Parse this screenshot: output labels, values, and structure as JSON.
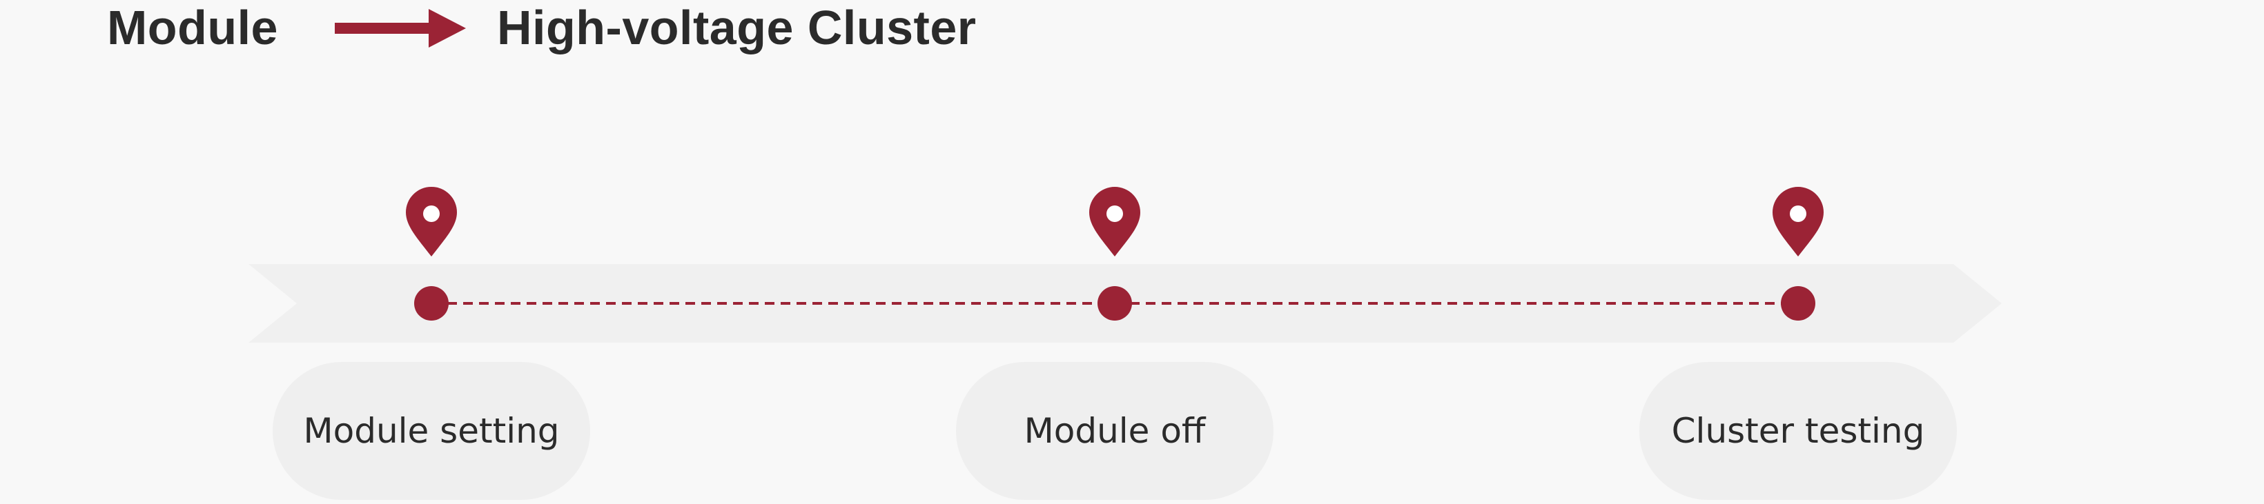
{
  "header": {
    "from_label": "Module",
    "to_label": "High-voltage Cluster"
  },
  "timeline": {
    "steps": [
      {
        "label": "Module setting"
      },
      {
        "label": "Module off"
      },
      {
        "label": "Cluster testing"
      }
    ]
  },
  "colors": {
    "accent": "#9b2335",
    "band": "#f0f0f0",
    "pill": "#efefef",
    "text": "#2b2b2b",
    "background": "#f8f8f8"
  }
}
